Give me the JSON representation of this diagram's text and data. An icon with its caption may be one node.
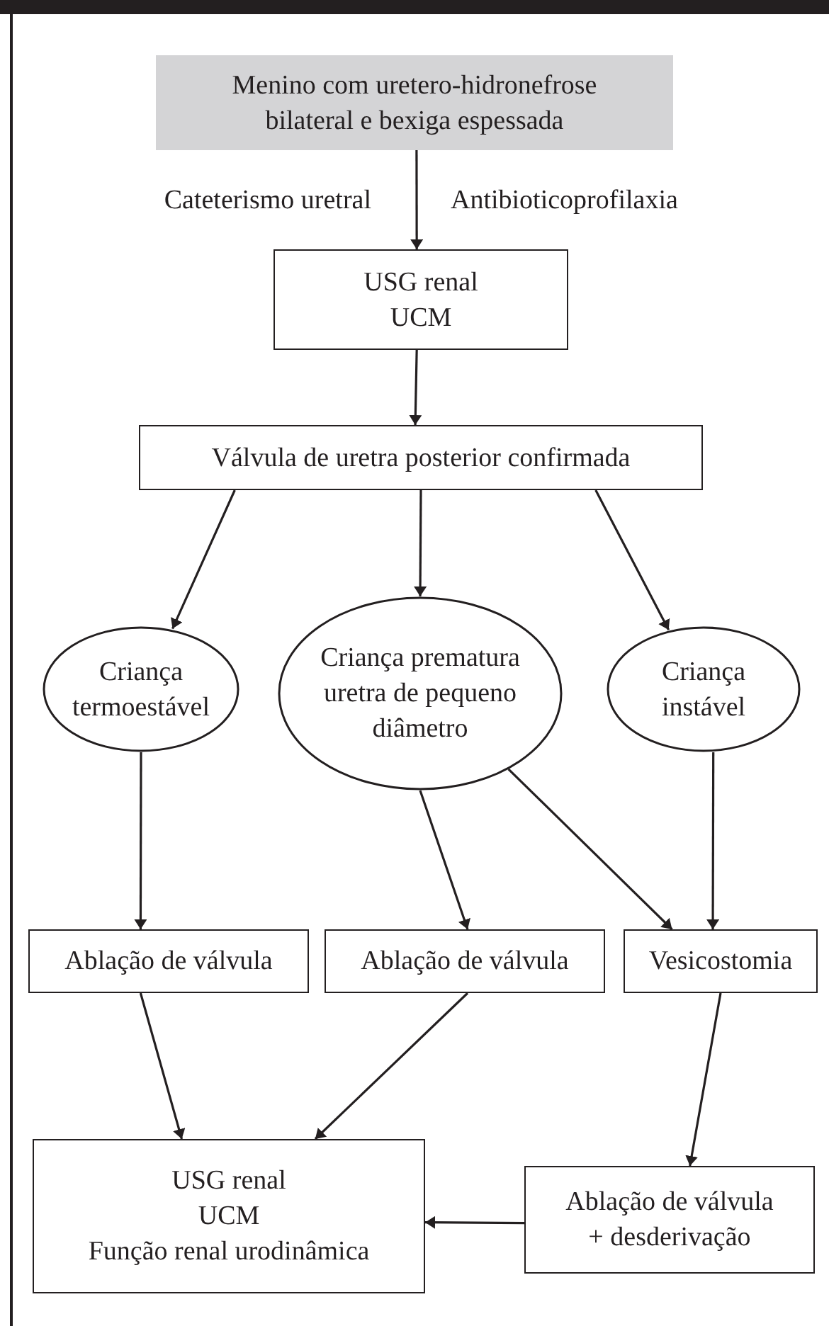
{
  "diagram": {
    "nodes": [
      {
        "text": [
          "Menino com uretero-hidronefrose bilateral e bexiga espessada"
        ]
      },
      {
        "text": [
          "USG renal",
          "UCM"
        ]
      },
      {
        "text": [
          "Válvula de uretra posterior confirmada"
        ]
      },
      {
        "text": [
          "Criança termoestável"
        ]
      },
      {
        "text": [
          "Criança prematura uretra de pequeno diâmetro"
        ]
      },
      {
        "text": [
          "Criança instável"
        ]
      },
      {
        "text": [
          "Ablação de válvula"
        ]
      },
      {
        "text": [
          "Ablação de válvula"
        ]
      },
      {
        "text": [
          "Vesicostomia"
        ]
      },
      {
        "text": [
          "USG renal",
          "UCM",
          "Função renal urodinâmica"
        ]
      },
      {
        "text": [
          "Ablação de válvula + desderivação"
        ]
      }
    ],
    "edges": [
      {
        "from": 0,
        "to": 1,
        "arrow": "to"
      },
      {
        "from": 1,
        "to": 2,
        "arrow": "to"
      },
      {
        "from": 2,
        "to": 3,
        "arrow": "to"
      },
      {
        "from": 2,
        "to": 4,
        "arrow": "to"
      },
      {
        "from": 2,
        "to": 5,
        "arrow": "to"
      },
      {
        "from": 3,
        "to": 6,
        "arrow": "to"
      },
      {
        "from": 4,
        "to": 7,
        "arrow": "to"
      },
      {
        "from": 4,
        "to": 8,
        "arrow": "to"
      },
      {
        "from": 5,
        "to": 8,
        "arrow": "to"
      },
      {
        "from": 6,
        "to": 9,
        "arrow": "to"
      },
      {
        "from": 7,
        "to": 9,
        "arrow": "to"
      },
      {
        "from": 8,
        "to": 10,
        "arrow": "to"
      },
      {
        "from": 10,
        "to": 9,
        "arrow": "to"
      }
    ],
    "labels": [
      "Cateterismo uretral",
      "Antibioticoprofilaxia"
    ]
  }
}
